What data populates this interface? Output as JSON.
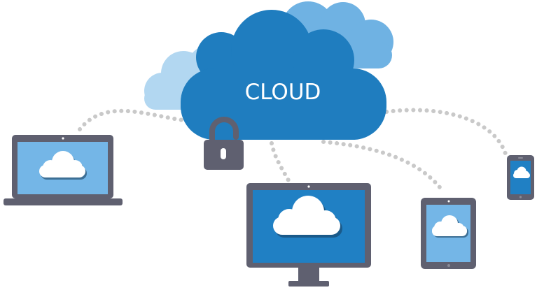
{
  "cloud": {
    "label": "CLOUD",
    "colors": {
      "main": "#1f7dbf",
      "mid": "#6fb2e3",
      "light": "#b2d7f1"
    }
  },
  "connections": {
    "color": "#c9c9c9"
  },
  "lock": {
    "color": "#5f6070"
  },
  "devices": {
    "frame_color": "#5f6070",
    "screen_light": "#74b6e7",
    "screen_dark": "#2080c4",
    "items": [
      {
        "id": "laptop",
        "icon": "cloud-icon"
      },
      {
        "id": "monitor",
        "icon": "cloud-icon"
      },
      {
        "id": "tablet",
        "icon": "cloud-icon"
      },
      {
        "id": "phone",
        "icon": "cloud-icon"
      }
    ]
  }
}
